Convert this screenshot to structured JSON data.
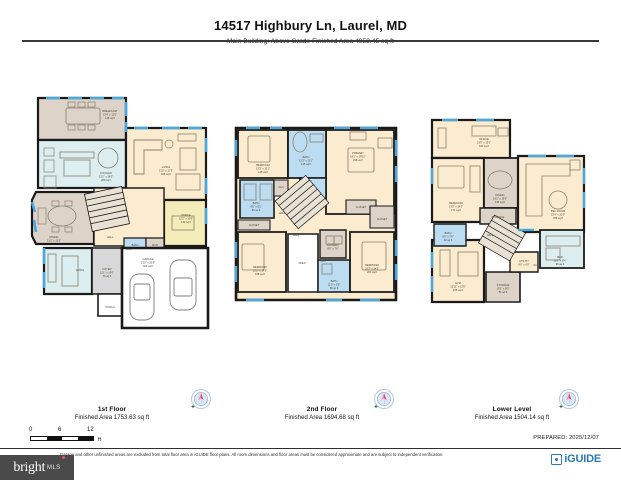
{
  "header": {
    "title": "14517 Highbury Ln, Laurel, MD",
    "subtitle": "Main Building: Above Grade Finished Area 4952.45 sq ft"
  },
  "floors": [
    {
      "id": "first-floor",
      "name": "1st Floor",
      "area_label": "Finished Area 1753.63 sq ft",
      "rooms": [
        {
          "label": "BREAKFAST",
          "dim": "13'4\" x 11'0\"",
          "area": "146 sq ft"
        },
        {
          "label": "KITCHEN",
          "dim": "21'1\" x 16'5\"",
          "area": "280 sq ft"
        },
        {
          "label": "LIVING",
          "dim": "21'0\" x 17'9\"",
          "area": "328 sq ft"
        },
        {
          "label": "DINING",
          "dim": "13'2\" x 13'0\"",
          "area": "166 sq ft"
        },
        {
          "label": "OFFICE",
          "dim": "12'2\" x 10'9\"",
          "area": "132 sq ft"
        },
        {
          "label": "FOYER",
          "dim": "11'1\" x 10'0\"",
          "area": "73 sq ft"
        },
        {
          "label": "GARAGE",
          "dim": "21'5\" x 20'8\"",
          "area": "462 sq ft"
        },
        {
          "label": "PORCH",
          "dim": "",
          "area": ""
        },
        {
          "label": "BATH",
          "dim": "",
          "area": ""
        },
        {
          "label": "CLO",
          "dim": "",
          "area": ""
        },
        {
          "label": "MUD",
          "dim": "",
          "area": ""
        },
        {
          "label": "HALL",
          "dim": "",
          "area": ""
        }
      ]
    },
    {
      "id": "second-floor",
      "name": "2nd Floor",
      "area_label": "Finished Area 1694.68 sq ft",
      "rooms": [
        {
          "label": "BEDROOM",
          "dim": "13'3\" x 12'1\"",
          "area": "148 sq ft"
        },
        {
          "label": "BEDROOM",
          "dim": "12'2\" x 14'6\"",
          "area": "158 sq ft"
        },
        {
          "label": "BEDROOM",
          "dim": "15'3\" x 14'2\"",
          "area": "201 sq ft"
        },
        {
          "label": "PRIMARY",
          "dim": "18'1\" x 18'10\"",
          "area": "318 sq ft"
        },
        {
          "label": "BATH",
          "dim": "12'2\" x 11'1\"",
          "area": "135 sq ft"
        },
        {
          "label": "BATH",
          "dim": "8'6\" x 8'1\"",
          "area": "69 sq ft"
        },
        {
          "label": "BATH",
          "dim": "11'0\" x 6'0\"",
          "area": "66 sq ft"
        },
        {
          "label": "LAUNDRY",
          "dim": "8'0\" x 7'6\"",
          "area": "62 sq ft"
        },
        {
          "label": "CLOSET",
          "dim": "",
          "area": ""
        },
        {
          "label": "CLOSET",
          "dim": "",
          "area": ""
        },
        {
          "label": "CLOSET",
          "dim": "",
          "area": ""
        },
        {
          "label": "OPEN",
          "dim": "",
          "area": ""
        },
        {
          "label": "HALL",
          "dim": "",
          "area": ""
        },
        {
          "label": "CLO",
          "dim": "",
          "area": ""
        }
      ]
    },
    {
      "id": "lower-level",
      "name": "Lower Level",
      "area_label": "Finished Area 1504.14 sq ft",
      "rooms": [
        {
          "label": "OFFICE",
          "dim": "13'0\" x 13'0\"",
          "area": "161 sq ft"
        },
        {
          "label": "BEDROOM",
          "dim": "13'3\" x 14'0\"",
          "area": "171 sq ft"
        },
        {
          "label": "DINING",
          "dim": "10'1\" x 13'0\"",
          "area": "134 sq ft"
        },
        {
          "label": "REC ROOM",
          "dim": "23'4\" x 20'0\"",
          "area": "385 sq ft"
        },
        {
          "label": "BAR",
          "dim": "12'1\" x 8'4\"",
          "area": "96 sq ft"
        },
        {
          "label": "GYM",
          "dim": "13'11\" x 13'0\"",
          "area": "156 sq ft"
        },
        {
          "label": "BATH",
          "dim": "8'0\" x 7'0\"",
          "area": "49 sq ft"
        },
        {
          "label": "STORAGE",
          "dim": "",
          "area": ""
        },
        {
          "label": "STORAGE",
          "dim": "10'1\" x 8'0\"",
          "area": "81 sq ft"
        },
        {
          "label": "UTILITY",
          "dim": "8'0\" x 6'0\"",
          "area": ""
        },
        {
          "label": "HALL",
          "dim": "",
          "area": ""
        },
        {
          "label": "CLO",
          "dim": "",
          "area": ""
        }
      ]
    }
  ],
  "scale": {
    "ticks": [
      "0",
      "6",
      "12"
    ],
    "unit": "ft"
  },
  "prepared": "PREPARED: 2025/12/07",
  "disclaimer": "Garage and other unfinished areas are excluded from total floor area in iGUIDE floor plans. All room dimensions and floor areas must be considered approximate and are subject to independent verification.",
  "brand": {
    "mls_word": "bright",
    "mls_suffix": "MLS",
    "iguide": "iGUIDE"
  },
  "colors": {
    "wall": "#1a1a1a",
    "living_fill": "#fbecd0",
    "kitchen_fill": "#dceeef",
    "bath_fill": "#bcdcf2",
    "neutral_fill": "#ded3c8",
    "window": "#4aa8dd",
    "garage_fill": "#ffffff",
    "accent": "#2b7ab8"
  }
}
